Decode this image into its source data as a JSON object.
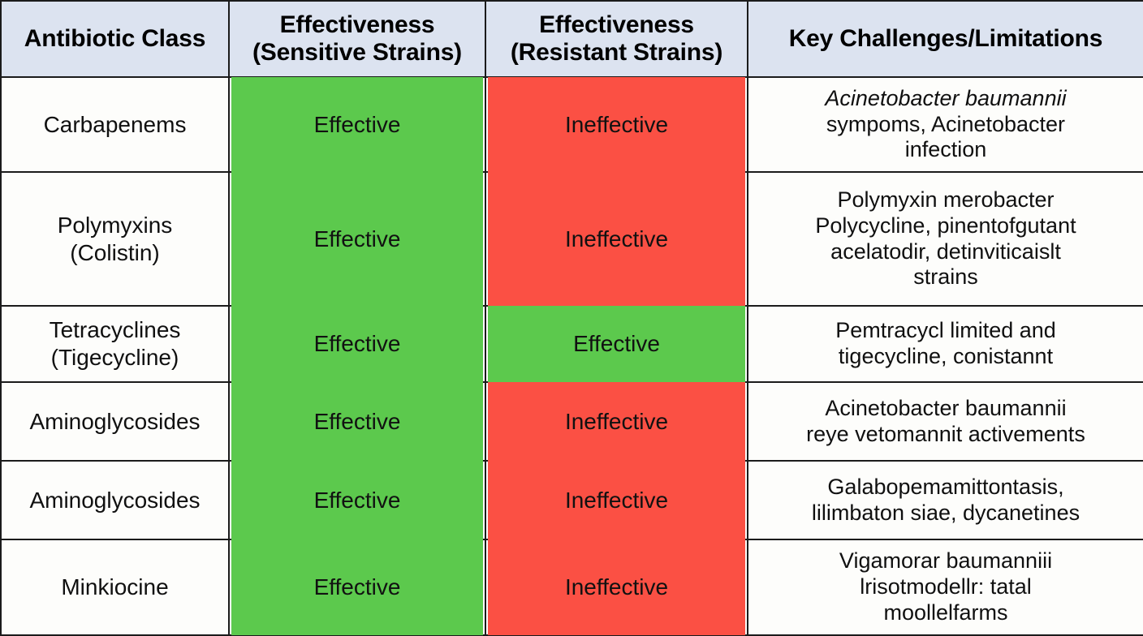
{
  "table": {
    "columns": [
      {
        "id": "antibiotic-class",
        "label_lines": [
          "Antibiotic Class"
        ]
      },
      {
        "id": "effectiveness-sensitive",
        "label_lines": [
          "Effectiveness",
          "(Sensitive Strains)"
        ]
      },
      {
        "id": "effectiveness-resistant",
        "label_lines": [
          "Effectiveness",
          "(Resistant Strains)"
        ]
      },
      {
        "id": "key-challenges",
        "label_lines": [
          "Key Challenges/Limitations"
        ]
      }
    ],
    "colors": {
      "header_background": "#dce3f0",
      "effective_green": "#5cc94d",
      "ineffective_red": "#fb5044",
      "cell_background": "#fdfdfb",
      "border": "#1b1b1b",
      "text": "#101010"
    },
    "rows": [
      {
        "class_lines": [
          "Carbapenems"
        ],
        "sensitive": "Effective",
        "sensitive_state": "effective",
        "resistant": "Ineffective",
        "resistant_state": "ineffective",
        "notes_lines": [
          {
            "text": "Acinetobacter baumannii",
            "italic": true
          },
          {
            "text": "sympoms, Acinetobacter",
            "italic": false
          },
          {
            "text": "infection",
            "italic": false
          }
        ]
      },
      {
        "class_lines": [
          "Polymyxins",
          "(Colistin)"
        ],
        "sensitive": "Effective",
        "sensitive_state": "effective",
        "resistant": "Ineffective",
        "resistant_state": "ineffective",
        "notes_lines": [
          {
            "text": "Polymyxin merobacter",
            "italic": false
          },
          {
            "text": "Polycycline, pinentofgutant",
            "italic": false
          },
          {
            "text": "acelatodir, detinviticaislt",
            "italic": false
          },
          {
            "text": "strains",
            "italic": false
          }
        ]
      },
      {
        "class_lines": [
          "Tetracyclines",
          "(Tigecycline)"
        ],
        "sensitive": "Effective",
        "sensitive_state": "effective",
        "resistant": "Effective",
        "resistant_state": "effective",
        "notes_lines": [
          {
            "text": "Pemtracycl limited and",
            "italic": false
          },
          {
            "text": "tigecycline, conistannt",
            "italic": false
          }
        ]
      },
      {
        "class_lines": [
          "Aminoglycosides"
        ],
        "sensitive": "Effective",
        "sensitive_state": "effective",
        "resistant": "Ineffective",
        "resistant_state": "ineffective",
        "notes_lines": [
          {
            "text": "Acinetobacter baumannii",
            "italic": false
          },
          {
            "text": "reye vetomannit activements",
            "italic": false
          }
        ]
      },
      {
        "class_lines": [
          "Aminoglycosides"
        ],
        "sensitive": "Effective",
        "sensitive_state": "effective",
        "resistant": "Ineffective",
        "resistant_state": "ineffective",
        "notes_lines": [
          {
            "text": "Galabopemamittontasis,",
            "italic": false
          },
          {
            "text": "lilimbaton siae, dycanetines",
            "italic": false
          }
        ]
      },
      {
        "class_lines": [
          "Minkiocine"
        ],
        "sensitive": "Effective",
        "sensitive_state": "effective",
        "resistant": "Ineffective",
        "resistant_state": "ineffective",
        "notes_lines": [
          {
            "text": "Vigamorar baumanniii",
            "italic": false
          },
          {
            "text": "lrisotmodellr: tatal",
            "italic": false
          },
          {
            "text": "moollelfarms",
            "italic": false
          }
        ]
      }
    ]
  }
}
